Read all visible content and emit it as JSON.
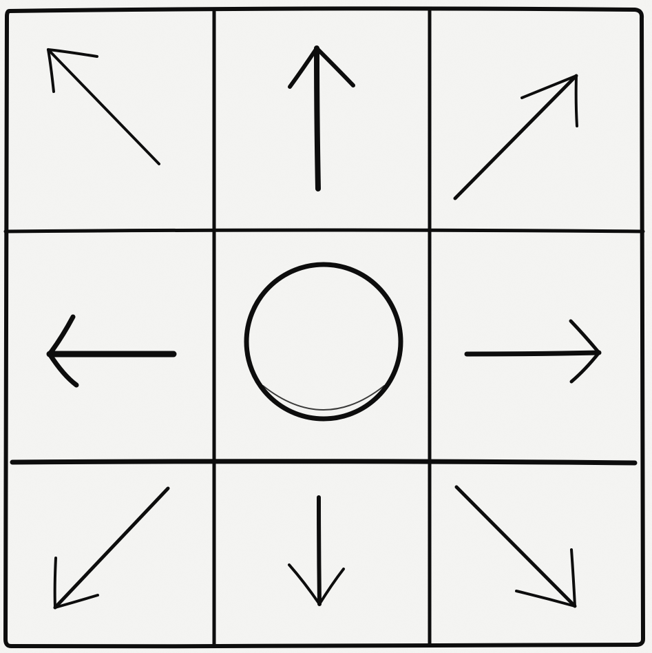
{
  "grid": {
    "rows": 3,
    "columns": 3,
    "cells": [
      {
        "row": 0,
        "col": 0,
        "symbol": "arrow",
        "direction": "up-left"
      },
      {
        "row": 0,
        "col": 1,
        "symbol": "arrow",
        "direction": "up"
      },
      {
        "row": 0,
        "col": 2,
        "symbol": "arrow",
        "direction": "up-right"
      },
      {
        "row": 1,
        "col": 0,
        "symbol": "arrow",
        "direction": "left"
      },
      {
        "row": 1,
        "col": 1,
        "symbol": "circle",
        "direction": "center"
      },
      {
        "row": 1,
        "col": 2,
        "symbol": "arrow",
        "direction": "right"
      },
      {
        "row": 2,
        "col": 0,
        "symbol": "arrow",
        "direction": "down-left"
      },
      {
        "row": 2,
        "col": 1,
        "symbol": "arrow",
        "direction": "down"
      },
      {
        "row": 2,
        "col": 2,
        "symbol": "arrow",
        "direction": "down-right"
      }
    ]
  },
  "colors": {
    "ink": "#0d0d0d",
    "paper": "#f4f4f2"
  }
}
